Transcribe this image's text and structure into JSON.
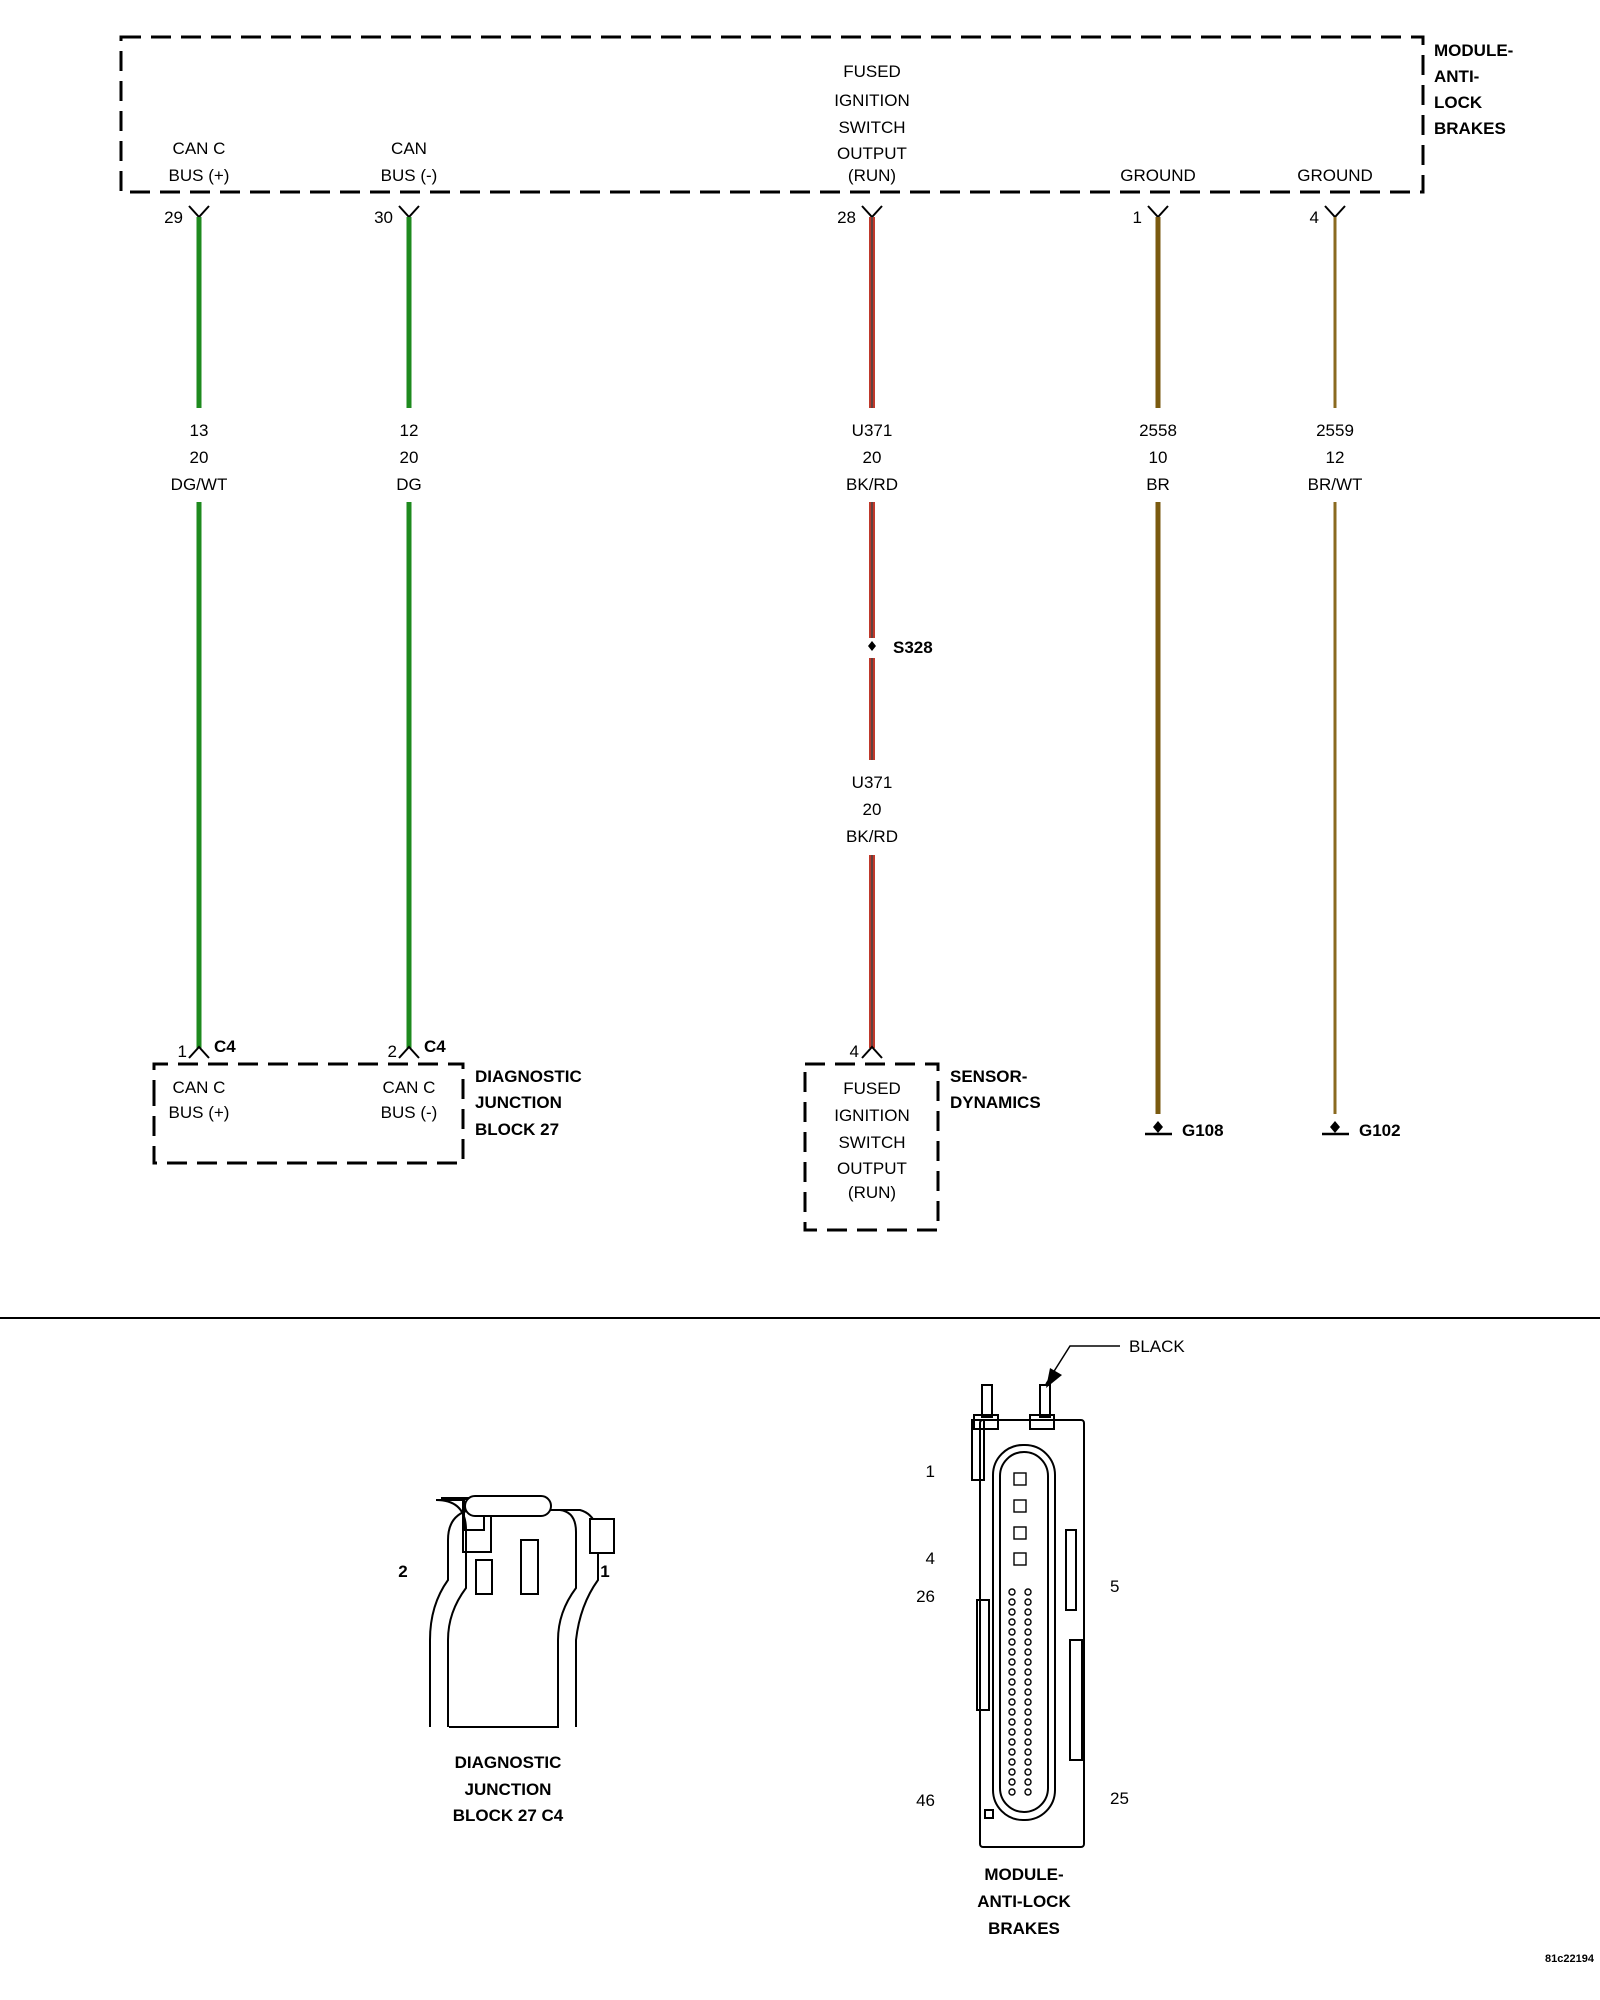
{
  "abs_module": {
    "name": [
      "MODULE-",
      "ANTI-",
      "LOCK",
      "BRAKES"
    ],
    "pins": [
      {
        "label": [
          "CAN C",
          "BUS (+)"
        ],
        "pin": "29",
        "circuit": "13",
        "gauge": "20",
        "color_code": "DG/WT",
        "wire_color": "#1e8a1e"
      },
      {
        "label": [
          "CAN",
          "BUS (-)"
        ],
        "pin": "30",
        "circuit": "12",
        "gauge": "20",
        "color_code": "DG",
        "wire_color": "#1e8a1e"
      },
      {
        "label": [
          "FUSED",
          "IGNITION",
          "SWITCH",
          "OUTPUT",
          "(RUN)"
        ],
        "pin": "28",
        "circuit": "U371",
        "gauge": "20",
        "color_code": "BK/RD",
        "wire_color": "#c0392b"
      },
      {
        "label": [
          "GROUND"
        ],
        "pin": "1",
        "circuit": "2558",
        "gauge": "10",
        "color_code": "BR",
        "wire_color": "#7a5a10"
      },
      {
        "label": [
          "GROUND"
        ],
        "pin": "4",
        "circuit": "2559",
        "gauge": "12",
        "color_code": "BR/WT",
        "wire_color": "#8a6a20"
      }
    ]
  },
  "splice": {
    "id": "S328",
    "circuit": "U371",
    "gauge": "20",
    "color_code": "BK/RD"
  },
  "diagnostic_junction": {
    "name": [
      "DIAGNOSTIC",
      "JUNCTION",
      "BLOCK 27"
    ],
    "pins": [
      {
        "pin": "1",
        "connector": "C4",
        "label": [
          "CAN C",
          "BUS (+)"
        ]
      },
      {
        "pin": "2",
        "connector": "C4",
        "label": [
          "CAN C",
          "BUS (-)"
        ]
      }
    ]
  },
  "sensor_dynamics": {
    "name": [
      "SENSOR-",
      "DYNAMICS"
    ],
    "pin": "4",
    "label": [
      "FUSED",
      "IGNITION",
      "SWITCH",
      "OUTPUT",
      "(RUN)"
    ]
  },
  "grounds": [
    "G108",
    "G102"
  ],
  "connector_views": {
    "diag": {
      "pin_left": "2",
      "pin_right": "1",
      "caption": [
        "DIAGNOSTIC",
        "JUNCTION",
        "BLOCK 27 C4"
      ]
    },
    "abs": {
      "color": "BLACK",
      "pins_left": [
        "1",
        "4",
        "26",
        "46"
      ],
      "pins_right": [
        "5",
        "25"
      ],
      "caption": [
        "MODULE-",
        "ANTI-LOCK",
        "BRAKES"
      ]
    }
  },
  "figure_id": "81c22194"
}
